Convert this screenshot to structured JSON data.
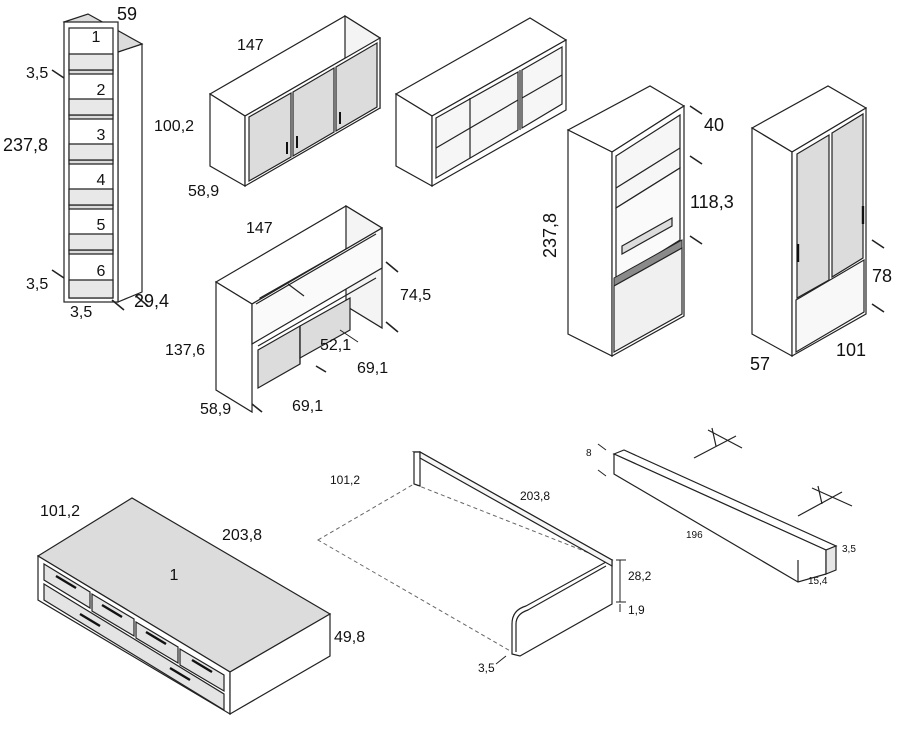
{
  "bookcase": {
    "width": "59",
    "height": "237,8",
    "depth": "29,4",
    "gap_top": "3,5",
    "gap_bottom": "3,5",
    "gap_base": "3,5",
    "shelves": [
      "1",
      "2",
      "3",
      "4",
      "5",
      "6"
    ]
  },
  "wall_cabinet": {
    "width": "147",
    "height": "100,2",
    "depth": "58,9"
  },
  "desk": {
    "width": "147",
    "height": "137,6",
    "depth": "58,9",
    "dim_a": "74,5",
    "dim_b": "52,1",
    "dim_c": "69,1",
    "dim_d": "69,1"
  },
  "tall_unit": {
    "height": "237,8",
    "top_dim": "40",
    "mid_dim": "118,3"
  },
  "wardrobe": {
    "depth": "57",
    "width": "101",
    "base_height": "78"
  },
  "bed_base": {
    "width": "101,2",
    "length": "203,8",
    "height": "49,8",
    "label": "1"
  },
  "bed_frame": {
    "width": "101,2",
    "length": "203,8",
    "height": "28,2",
    "thickness": "1,9",
    "edge": "3,5"
  },
  "shelf": {
    "height": "8",
    "length": "196",
    "lip": "3,5",
    "depth": "15,4"
  }
}
